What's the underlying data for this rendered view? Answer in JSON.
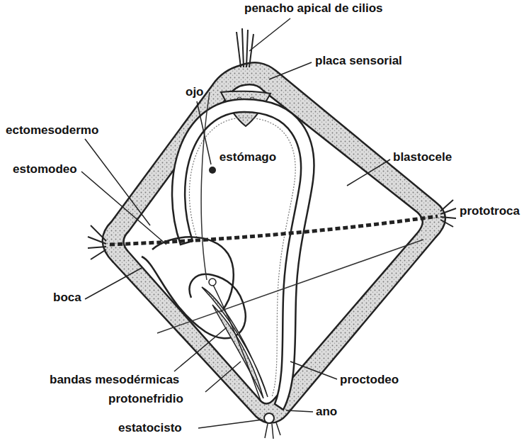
{
  "diagram": {
    "labels": [
      "penacho apical de cilios",
      "placa sensorial",
      "ojo",
      "ectomesodermo",
      "estómago",
      "blastocele",
      "prototroca",
      "estomodeo",
      "boca",
      "bandas mesodérmicas",
      "proctodeo",
      "protonefridio",
      "ano",
      "estatocisto"
    ]
  }
}
